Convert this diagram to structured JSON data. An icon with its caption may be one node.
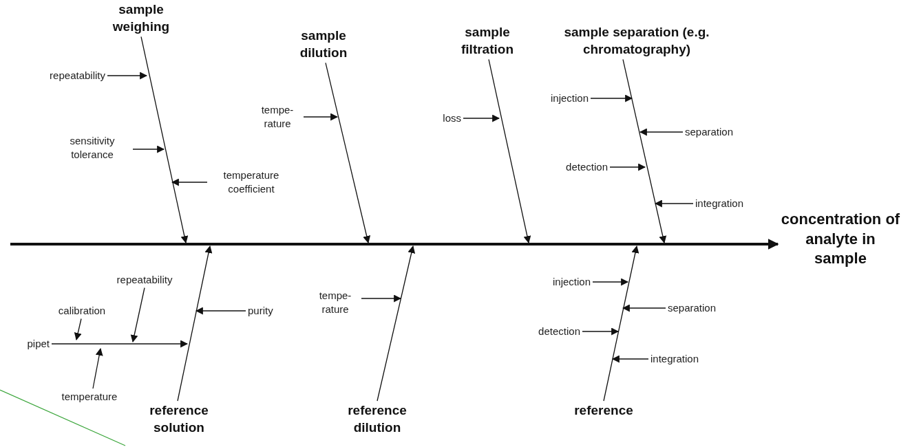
{
  "diagram": {
    "nodes": [
      {
        "text": [
          "sample weighing"
        ]
      },
      {
        "text": [
          "repeatability"
        ]
      },
      {
        "text": [
          "sensitivity tolerance"
        ]
      },
      {
        "text": [
          "temperature coefficient"
        ]
      },
      {
        "text": [
          "sample dilution"
        ]
      },
      {
        "text": [
          "tempe- rature"
        ]
      },
      {
        "text": [
          "sample filtration"
        ]
      },
      {
        "text": [
          "loss"
        ]
      },
      {
        "text": [
          "sample separation (e.g. chromatography)"
        ]
      },
      {
        "text": [
          "injection"
        ]
      },
      {
        "text": [
          "separation"
        ]
      },
      {
        "text": [
          "detection"
        ]
      },
      {
        "text": [
          "integration"
        ]
      },
      {
        "text": [
          "concentration of analyte in sample"
        ]
      },
      {
        "text": [
          "repeatability"
        ]
      },
      {
        "text": [
          "calibration"
        ]
      },
      {
        "text": [
          "pipet"
        ]
      },
      {
        "text": [
          "temperature"
        ]
      },
      {
        "text": [
          "purity"
        ]
      },
      {
        "text": [
          "reference solution"
        ]
      },
      {
        "text": [
          "tempe- rature"
        ]
      },
      {
        "text": [
          "reference dilution"
        ]
      },
      {
        "text": [
          "injection"
        ]
      },
      {
        "text": [
          "separation"
        ]
      },
      {
        "text": [
          "detection"
        ]
      },
      {
        "text": [
          "integration"
        ]
      },
      {
        "text": [
          "reference"
        ]
      }
    ],
    "edges": [
      {
        "from": null,
        "to": 13,
        "arrow": "to",
        "style": "thick"
      },
      {
        "from": 0,
        "to": null,
        "arrow": "to"
      },
      {
        "from": 1,
        "to": null,
        "arrow": "to"
      },
      {
        "from": 2,
        "to": null,
        "arrow": "to"
      },
      {
        "from": 3,
        "to": null,
        "arrow": "to"
      },
      {
        "from": 4,
        "to": null,
        "arrow": "to"
      },
      {
        "from": 5,
        "to": null,
        "arrow": "to"
      },
      {
        "from": 6,
        "to": null,
        "arrow": "to"
      },
      {
        "from": 7,
        "to": null,
        "arrow": "to"
      },
      {
        "from": 8,
        "to": null,
        "arrow": "to"
      },
      {
        "from": 9,
        "to": null,
        "arrow": "to"
      },
      {
        "from": 10,
        "to": null,
        "arrow": "to"
      },
      {
        "from": 11,
        "to": null,
        "arrow": "to"
      },
      {
        "from": 12,
        "to": null,
        "arrow": "to"
      },
      {
        "from": 19,
        "to": null,
        "arrow": "to"
      },
      {
        "from": 18,
        "to": null,
        "arrow": "to"
      },
      {
        "from": 16,
        "to": null,
        "arrow": "to"
      },
      {
        "from": 15,
        "to": null,
        "arrow": "to"
      },
      {
        "from": 14,
        "to": null,
        "arrow": "to"
      },
      {
        "from": 17,
        "to": null,
        "arrow": "to"
      },
      {
        "from": 21,
        "to": null,
        "arrow": "to"
      },
      {
        "from": 20,
        "to": null,
        "arrow": "to"
      },
      {
        "from": 26,
        "to": null,
        "arrow": "to"
      },
      {
        "from": 22,
        "to": null,
        "arrow": "to"
      },
      {
        "from": 23,
        "to": null,
        "arrow": "to"
      },
      {
        "from": 24,
        "to": null,
        "arrow": "to"
      },
      {
        "from": 25,
        "to": null,
        "arrow": "to"
      }
    ]
  }
}
